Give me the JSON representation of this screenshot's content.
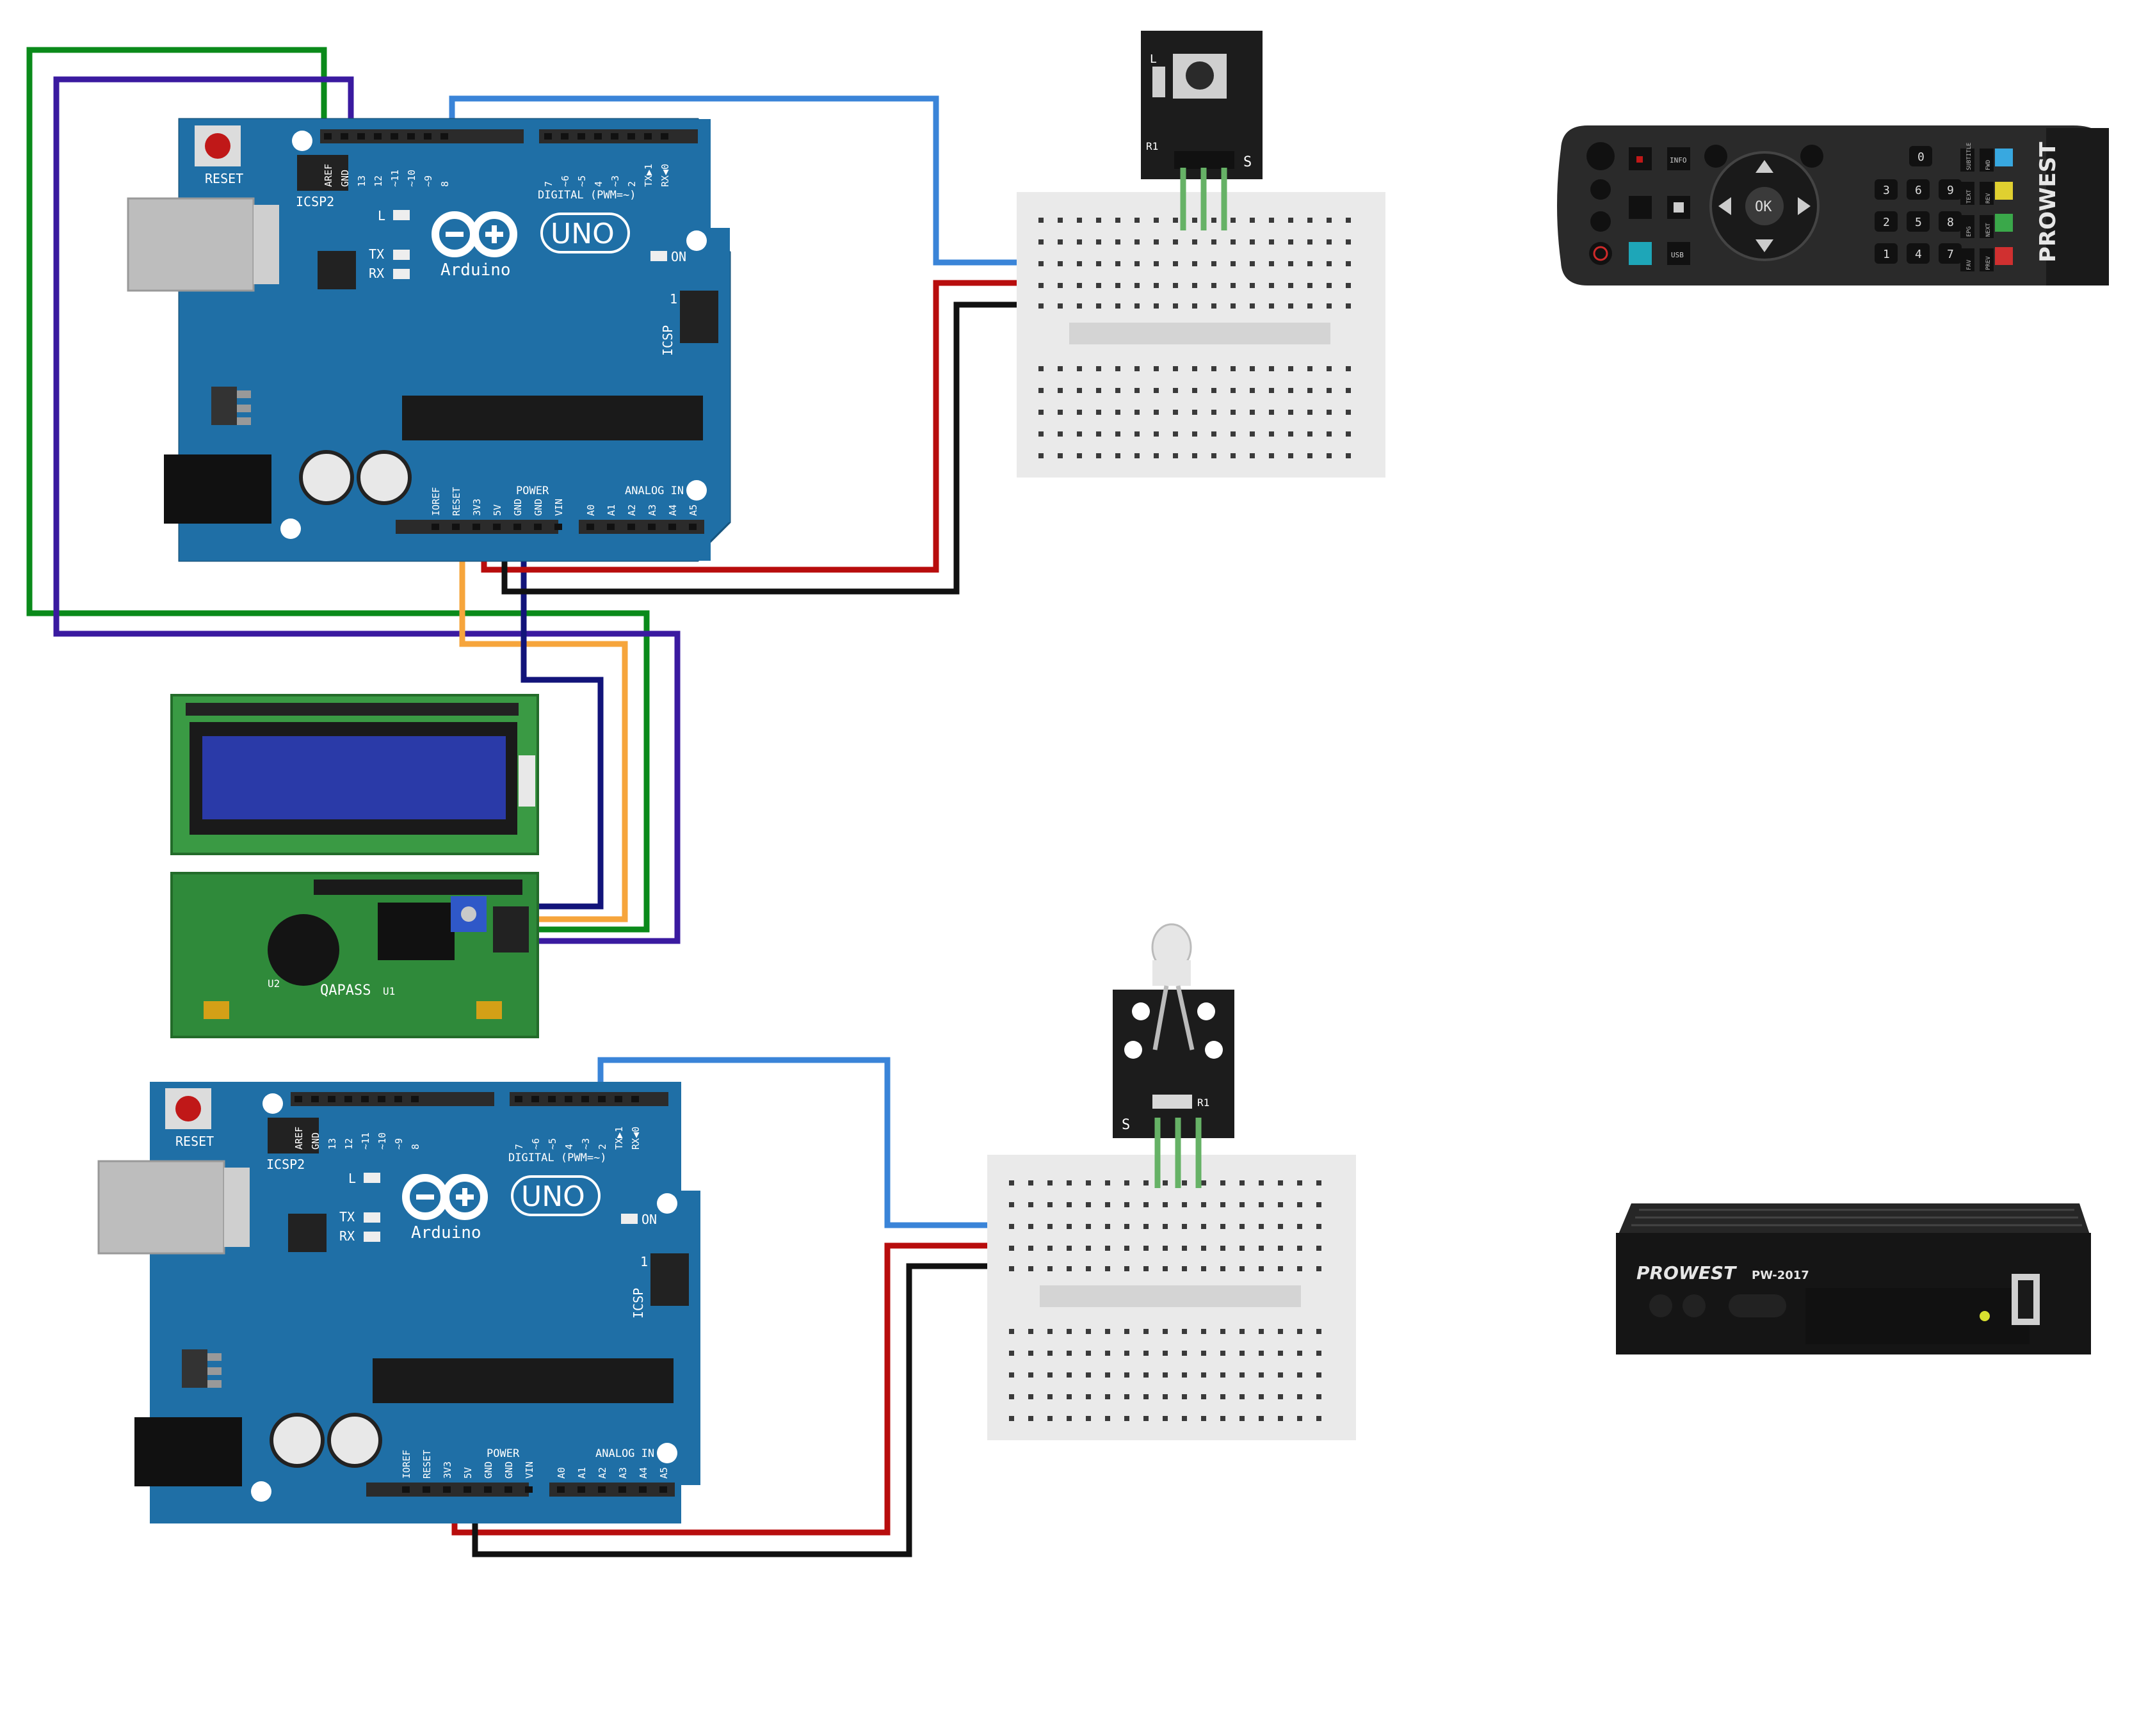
{
  "colors": {
    "board": "#1f6fa6",
    "board_dark": "#17557f",
    "header": "#2b2b2b",
    "wire_green": "#0a8a1a",
    "wire_purple": "#3a1aa0",
    "wire_blue": "#3a84d8",
    "wire_red": "#b80d0d",
    "wire_black": "#111111",
    "wire_orange": "#f6a53c",
    "wire_navy": "#12147a",
    "breadboard": "#eaeaea",
    "pcb_green": "#2f8a3a",
    "lcd_blue": "#2a3aa8",
    "module_black": "#1c1c1c",
    "device_black": "#151515"
  },
  "arduino_top": {
    "brand": "UNO",
    "maker": "Arduino",
    "reset": "RESET",
    "icsp2": "ICSP2",
    "icsp": "ICSP",
    "led_l": "L",
    "led_tx": "TX",
    "led_rx": "RX",
    "led_on": "ON",
    "digital": "DIGITAL (PWM=~)",
    "power": "POWER",
    "analog": "ANALOG IN",
    "icsp_pin1": "1",
    "digital_pins": [
      "AREF",
      "GND",
      "13",
      "12",
      "~11",
      "~10",
      "~9",
      "8",
      "7",
      "~6",
      "~5",
      "4",
      "~3",
      "2",
      "TX▶1",
      "RX◀0"
    ],
    "power_pins": [
      "IOREF",
      "RESET",
      "3V3",
      "5V",
      "GND",
      "GND",
      "VIN"
    ],
    "analog_pins": [
      "A0",
      "A1",
      "A2",
      "A3",
      "A4",
      "A5"
    ]
  },
  "arduino_bottom": {
    "brand": "UNO",
    "maker": "Arduino",
    "reset": "RESET",
    "icsp2": "ICSP2",
    "icsp": "ICSP",
    "led_l": "L",
    "led_tx": "TX",
    "led_rx": "RX",
    "led_on": "ON",
    "digital": "DIGITAL (PWM=~)",
    "power": "POWER",
    "analog": "ANALOG IN",
    "icsp_pin1": "1",
    "digital_pins": [
      "AREF",
      "GND",
      "13",
      "12",
      "~11",
      "~10",
      "~9",
      "8",
      "7",
      "~6",
      "~5",
      "4",
      "~3",
      "2",
      "TX▶1",
      "RX◀0"
    ],
    "power_pins": [
      "IOREF",
      "RESET",
      "3V3",
      "5V",
      "GND",
      "GND",
      "VIN"
    ],
    "analog_pins": [
      "A0",
      "A1",
      "A2",
      "A3",
      "A4",
      "A5"
    ]
  },
  "ir_receiver": {
    "label_s": "S",
    "label_l": "L",
    "label_r1": "R1"
  },
  "ir_transmitter": {
    "label_s": "S",
    "label_r1": "R1"
  },
  "lcd": {
    "backpack_brand": "QAPASS",
    "u1": "U1",
    "u2": "U2"
  },
  "remote": {
    "brand": "PROWEST",
    "ok": "OK",
    "info": "INFO",
    "usb": "USB",
    "digits": [
      "0",
      "1",
      "2",
      "3",
      "4",
      "5",
      "6",
      "7",
      "8",
      "9"
    ],
    "side_labels": [
      "SUBTITLE",
      "FWD",
      "TEXT",
      "REV",
      "EPG",
      "NEXT",
      "FAV",
      "PREV"
    ]
  },
  "stb": {
    "brand": "PROWEST",
    "model": "PW-2017"
  }
}
